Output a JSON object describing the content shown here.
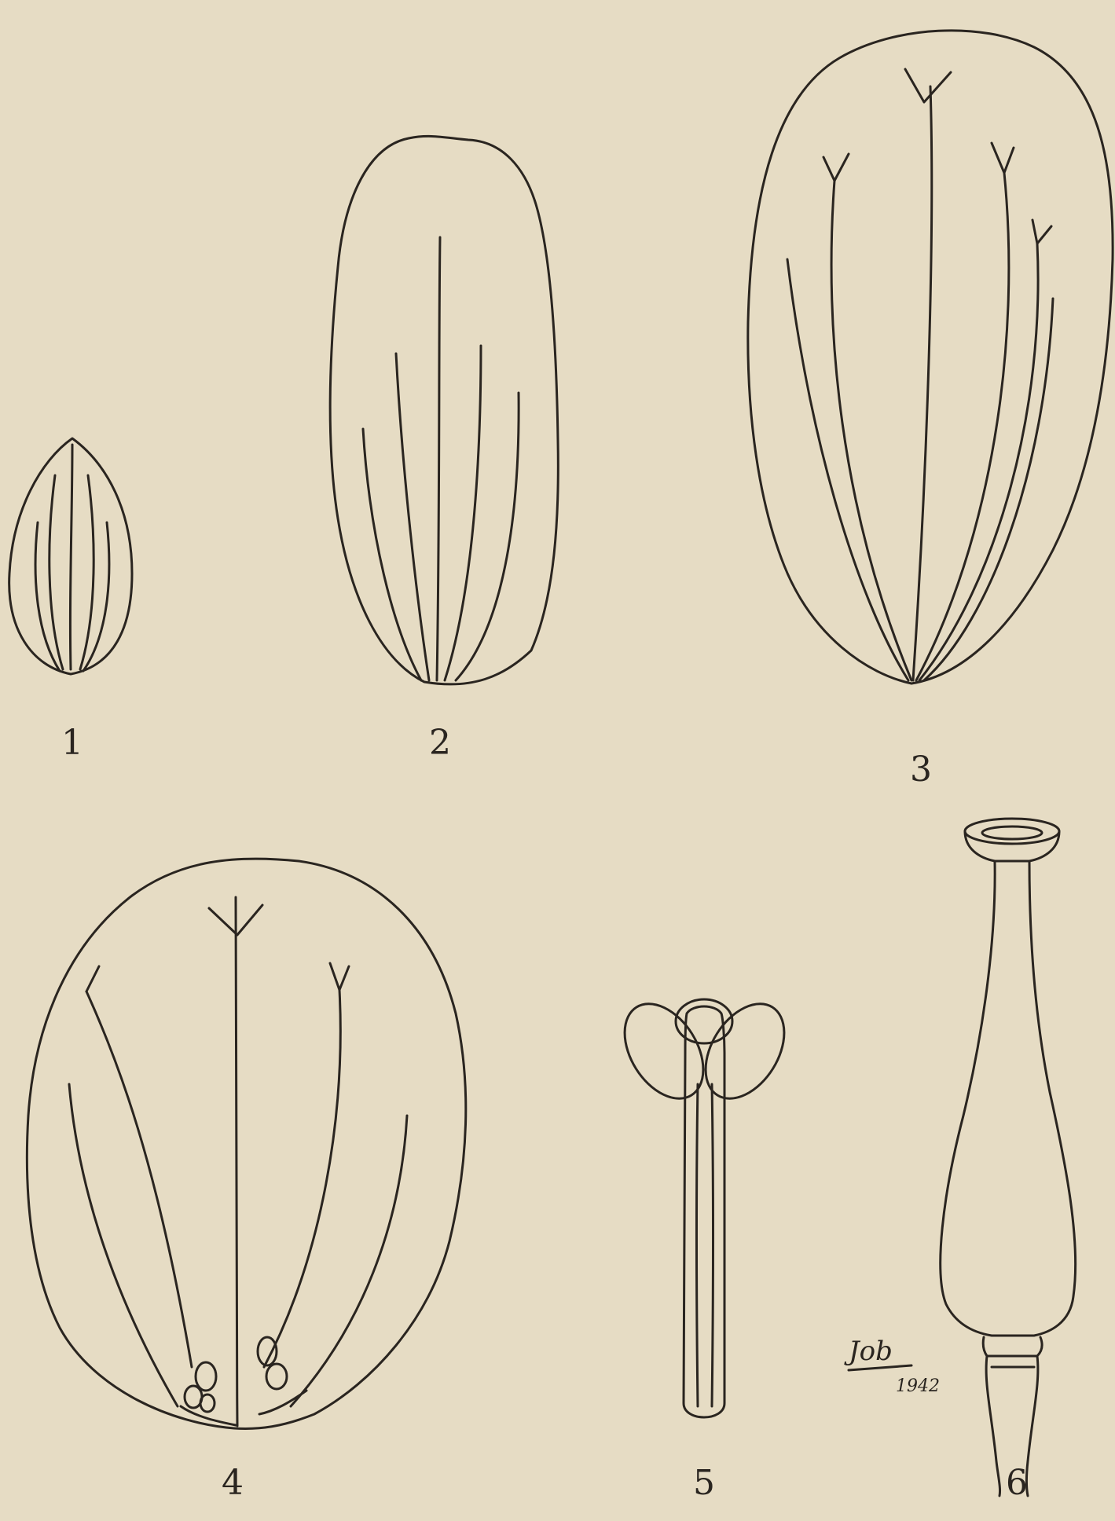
{
  "plate": {
    "figures": [
      {
        "label": "1",
        "subject": "petal"
      },
      {
        "label": "2",
        "subject": "petal"
      },
      {
        "label": "3",
        "subject": "petal"
      },
      {
        "label": "4",
        "subject": "petal"
      },
      {
        "label": "5",
        "subject": "stamen"
      },
      {
        "label": "6",
        "subject": "pistil"
      }
    ],
    "signature": {
      "name": "Job",
      "year": "1942"
    }
  }
}
